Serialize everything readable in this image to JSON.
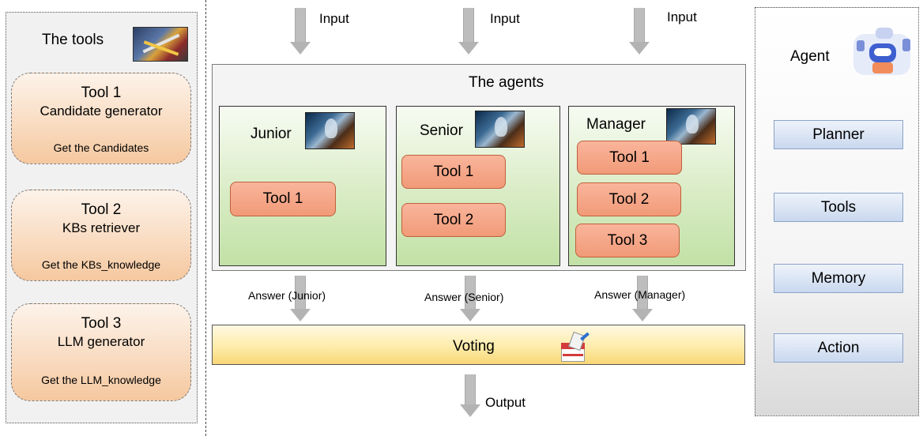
{
  "tools_panel": {
    "title": "The tools",
    "tools": [
      {
        "name": "Tool 1",
        "subtitle": "Candidate generator",
        "description": "Get the Candidates"
      },
      {
        "name": "Tool 2",
        "subtitle": "KBs retriever",
        "description": "Get the KBs_knowledge"
      },
      {
        "name": "Tool 3",
        "subtitle": "LLM generator",
        "description": "Get the LLM_knowledge"
      }
    ]
  },
  "inputs": [
    "Input",
    "Input",
    "Input"
  ],
  "agents_box": {
    "title": "The agents",
    "agents": [
      {
        "name": "Junior",
        "tools": [
          "Tool 1"
        ]
      },
      {
        "name": "Senior",
        "tools": [
          "Tool 1",
          "Tool 2"
        ]
      },
      {
        "name": "Manager",
        "tools": [
          "Tool 1",
          "Tool 2",
          "Tool 3"
        ]
      }
    ]
  },
  "answers": [
    "Answer (Junior)",
    "Answer (Senior)",
    "Answer (Manager)"
  ],
  "voting": {
    "label": "Voting"
  },
  "output": {
    "label": "Output"
  },
  "agent_panel": {
    "title": "Agent",
    "components": [
      "Planner",
      "Tools",
      "Memory",
      "Action"
    ]
  },
  "colors": {
    "tool_card": "#f8d5b5",
    "agent_box": "#cfe7b8",
    "tool_button": "#f4a384",
    "voting_bar": "#fbe49a",
    "component_button": "#d3e0f2",
    "arrow": "#bdbdbd"
  },
  "icons": [
    "tools-image",
    "robot-agent-icon",
    "robot-picture",
    "ballot-box-icon"
  ]
}
